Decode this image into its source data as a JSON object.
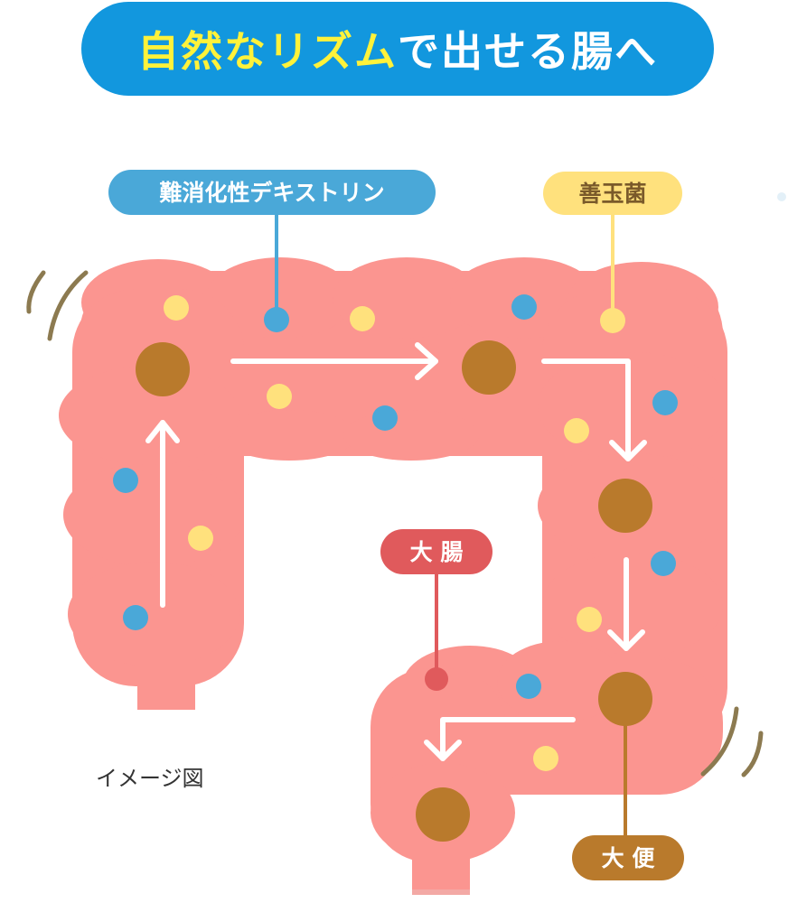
{
  "title": {
    "highlight": "自然なリズム",
    "rest": "で出せる腸へ"
  },
  "labels": {
    "dextrin": "難消化性デキストリン",
    "bacteria": "善玉菌",
    "colon": "大 腸",
    "stool": "大 便"
  },
  "caption": "イメージ図",
  "colors": {
    "banner": "#1297de",
    "title_highlight": "#fff23a",
    "intestine": "#fb9590",
    "dextrin": "#4aa8d8",
    "bacteria": "#ffe17d",
    "colon_label": "#e05a5c",
    "stool": "#b97a2c",
    "arrows": "#ffffff",
    "motion_lines": "#8c7a50"
  }
}
